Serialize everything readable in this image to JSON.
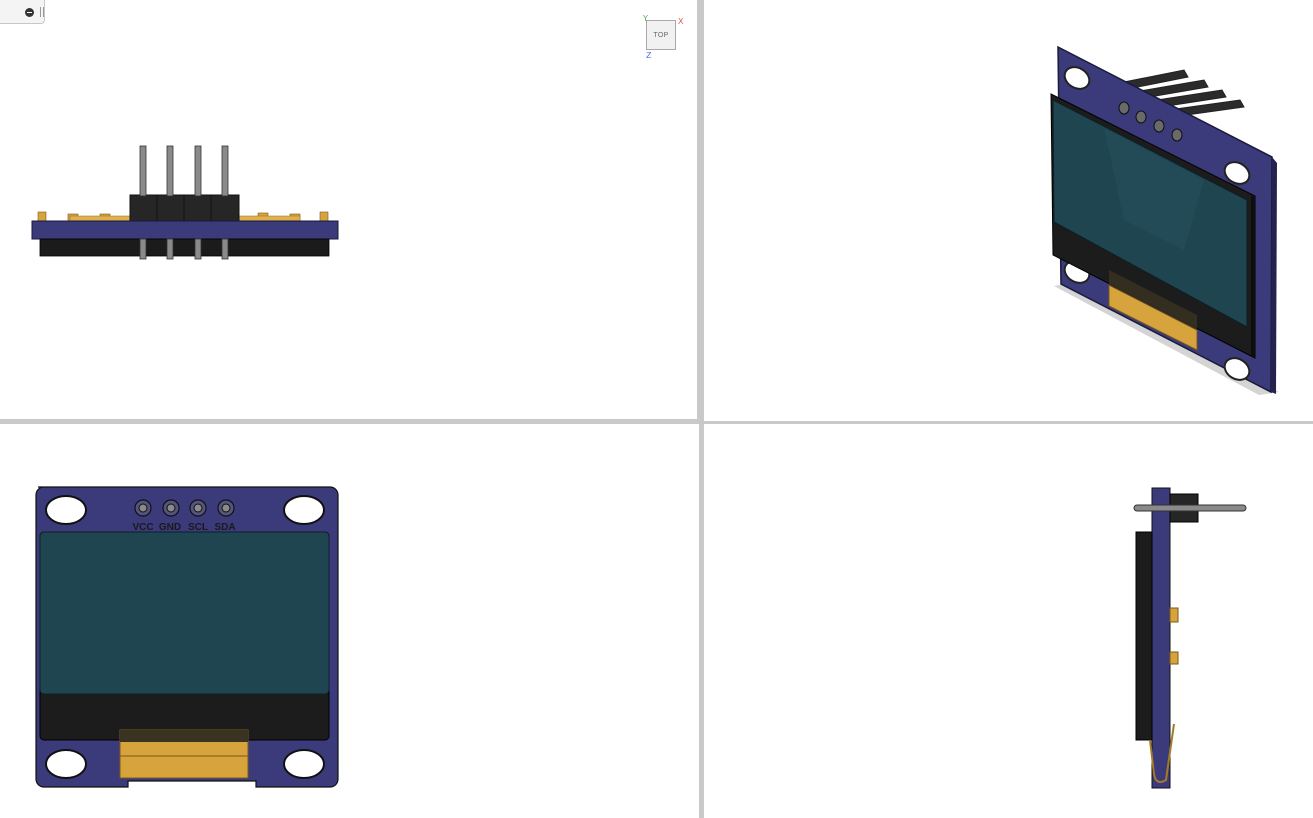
{
  "viewports": [
    {
      "id": "top",
      "view": "top"
    },
    {
      "id": "iso",
      "view": "isometric"
    },
    {
      "id": "front",
      "view": "front"
    },
    {
      "id": "right",
      "view": "right"
    }
  ],
  "toolbar": {
    "icons": [
      "minus-icon",
      "grip-icon"
    ]
  },
  "viewcube": {
    "face_label": "TOP",
    "axis_x": "X",
    "axis_y": "Y",
    "axis_z": "Z"
  },
  "pin_labels": [
    "VCC",
    "GND",
    "SCL",
    "SDA"
  ],
  "colors": {
    "pcb": "#3b3a7a",
    "pcb_edge": "#24234f",
    "screen": "#1f4550",
    "screen_border": "#1c1c1c",
    "flex_cable": "#d7a33c",
    "pin_metal": "#8a8a8a",
    "header_plastic": "#262626",
    "separator": "#c9c9c9"
  }
}
